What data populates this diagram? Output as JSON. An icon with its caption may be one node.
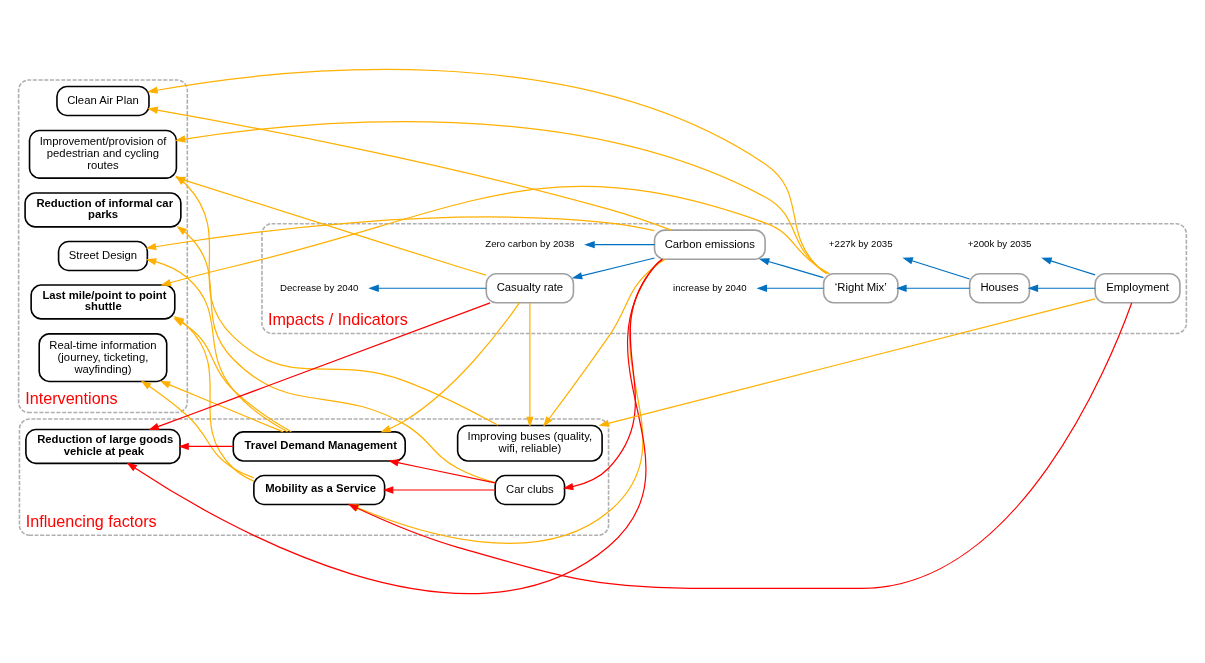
{
  "diagram": {
    "nodes": [
      {
        "text": [
          "Interventions"
        ]
      },
      {
        "text": [
          "Clean Air Plan"
        ],
        "in": 0
      },
      {
        "text": [
          "Real-time information (journey, ticketing, wayfinding)"
        ],
        "in": 0
      },
      {
        "text": [
          "Street Design"
        ],
        "in": 0
      },
      {
        "text": [
          "Improvement/provision of pedestrian and cycling routes"
        ],
        "in": 0
      },
      {
        "text": [
          "Last mile/point to point shuttle"
        ],
        "in": 0
      },
      {
        "text": [
          "Reduction of informal car parks"
        ],
        "in": 0
      },
      {
        "text": [
          "Influencing factors"
        ]
      },
      {
        "text": [
          "Mobility as a Service"
        ],
        "in": 7
      },
      {
        "text": [
          "Improving buses (quality, wifi, reliable)"
        ],
        "in": 7
      },
      {
        "text": [
          "Travel Demand Management"
        ],
        "in": 7
      },
      {
        "text": [
          "Reduction of large goods vehicle at peak"
        ],
        "in": 7
      },
      {
        "text": [
          "Car clubs"
        ],
        "in": 7
      },
      {
        "text": [
          "Impacts / Indicators"
        ]
      },
      {
        "text": [
          "Carbon emissions"
        ],
        "in": 13
      },
      {
        "text": [
          "Casualty rate"
        ],
        "in": 13
      },
      {
        "text": [
          "‘Right Mix’"
        ],
        "in": 13
      },
      {
        "text": [
          "Employment"
        ],
        "in": 13
      },
      {
        "text": [
          "Houses"
        ],
        "in": 13
      },
      {
        "text": [
          "Zero carbon by 2038"
        ],
        "in": 13
      },
      {
        "text": [
          "Decrease by 2040"
        ],
        "in": 13
      },
      {
        "text": [
          "increase by 2040"
        ],
        "in": 13
      },
      {
        "text": [
          "+200k by 2035"
        ],
        "in": 13
      },
      {
        "text": [
          "+227k by 2035"
        ],
        "in": 13
      }
    ],
    "edges": [
      {
        "from": 14,
        "to": 1,
        "arrow": "to"
      },
      {
        "from": 16,
        "to": 1,
        "arrow": "to"
      },
      {
        "from": 14,
        "to": 8,
        "arrow": "to"
      },
      {
        "from": 14,
        "to": 9,
        "arrow": "to"
      },
      {
        "from": 14,
        "to": 3,
        "arrow": "to"
      },
      {
        "from": 15,
        "to": 9,
        "arrow": "to"
      },
      {
        "from": 15,
        "to": 10,
        "arrow": "to"
      },
      {
        "from": 15,
        "to": 4,
        "arrow": "to"
      },
      {
        "from": 16,
        "to": 4,
        "arrow": "to"
      },
      {
        "from": 16,
        "to": 5,
        "arrow": "to"
      },
      {
        "from": 17,
        "to": 9,
        "arrow": "to"
      },
      {
        "from": 8,
        "to": 2,
        "arrow": "to"
      },
      {
        "from": 8,
        "to": 5,
        "arrow": "to"
      },
      {
        "from": 9,
        "to": 4,
        "arrow": "to"
      },
      {
        "from": 10,
        "to": 2,
        "arrow": "to"
      },
      {
        "from": 10,
        "to": 3,
        "arrow": "to"
      },
      {
        "from": 10,
        "to": 5,
        "arrow": "to"
      },
      {
        "from": 12,
        "to": 6,
        "arrow": "to"
      },
      {
        "from": 12,
        "to": 8,
        "arrow": "to",
        "color": "#ff0000"
      },
      {
        "from": 12,
        "to": 10,
        "arrow": "to",
        "color": "#ff0000"
      },
      {
        "from": 10,
        "to": 11,
        "arrow": "to",
        "color": "#ff0000"
      },
      {
        "from": 14,
        "to": 11,
        "arrow": "to",
        "color": "#ff0000"
      },
      {
        "from": 15,
        "to": 11,
        "arrow": "to",
        "color": "#ff0000"
      },
      {
        "from": 14,
        "to": 12,
        "arrow": "to",
        "color": "#ff0000"
      },
      {
        "from": 17,
        "to": 8,
        "arrow": "to",
        "color": "#ff0000"
      },
      {
        "from": 14,
        "to": 15,
        "arrow": "to",
        "color": "#0070c0"
      },
      {
        "from": 16,
        "to": 14,
        "arrow": "to",
        "color": "#0070c0"
      },
      {
        "from": 18,
        "to": 16,
        "arrow": "to",
        "color": "#0070c0"
      },
      {
        "from": 17,
        "to": 18,
        "arrow": "to",
        "color": "#0070c0"
      },
      {
        "from": 14,
        "to": 19,
        "arrow": "to",
        "color": "#0070c0"
      },
      {
        "from": 15,
        "to": 20,
        "arrow": "to",
        "color": "#0070c0"
      },
      {
        "from": 16,
        "to": 21,
        "arrow": "to",
        "color": "#0070c0"
      },
      {
        "from": 17,
        "to": 22,
        "arrow": "to",
        "color": "#0070c0"
      },
      {
        "from": 18,
        "to": 23,
        "arrow": "to",
        "color": "#0070c0"
      }
    ]
  }
}
